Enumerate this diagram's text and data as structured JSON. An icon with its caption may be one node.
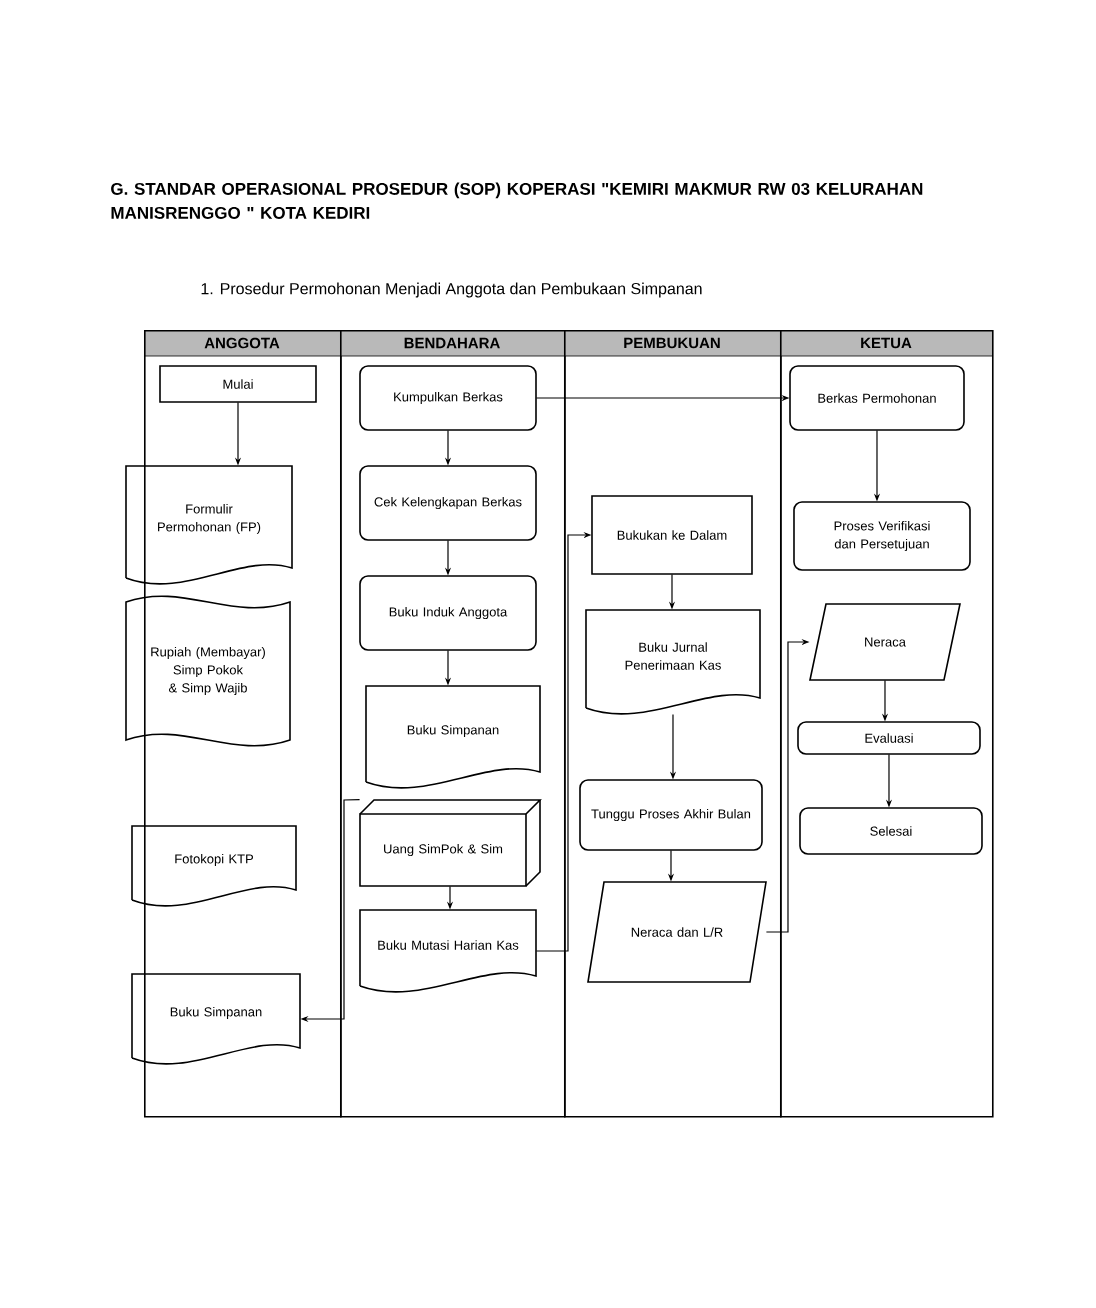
{
  "diagram": {
    "title": "G. STANDAR OPERASIONAL PROSEDUR (SOP) KOPERASI \"KEMIRI MAKMUR RW 03 KELURAHAN MANISRENGGO \" KOTA KEDIRI",
    "nodes": [
      {
        "text": [
          "ANGGOTA"
        ]
      },
      {
        "text": [
          "BENDAHARA"
        ]
      },
      {
        "text": [
          "PEMBUKUAN"
        ]
      },
      {
        "text": [
          "KETUA"
        ]
      },
      {
        "text": [
          "Mulai"
        ],
        "in": 0
      },
      {
        "text": [
          "Formulir Permohonan (FP)"
        ],
        "in": 0
      },
      {
        "text": [
          "Rupiah (Membayar) Simp Pokok & Simp Wajib"
        ],
        "in": 0
      },
      {
        "text": [
          "Fotokopi KTP"
        ],
        "in": 0
      },
      {
        "text": [
          "Buku Simpanan"
        ],
        "in": 0
      },
      {
        "text": [
          "Kumpulkan Berkas"
        ],
        "in": 1
      },
      {
        "text": [
          "Cek Kelengkapan Berkas"
        ],
        "in": 1
      },
      {
        "text": [
          "Buku Induk Anggota"
        ],
        "in": 1
      },
      {
        "text": [
          "Buku Simpanan"
        ],
        "in": 1
      },
      {
        "text": [
          "Uang SimPok & Sim"
        ],
        "in": 1
      },
      {
        "text": [
          "Buku Mutasi Harian Kas"
        ],
        "in": 1
      },
      {
        "text": [
          "Bukukan ke Dalam"
        ],
        "in": 2
      },
      {
        "text": [
          "Buku Jurnal Penerimaan Kas"
        ],
        "in": 2
      },
      {
        "text": [
          "Tunggu Proses Akhir Bulan"
        ],
        "in": 2
      },
      {
        "text": [
          "Neraca dan L/R"
        ],
        "in": 2
      },
      {
        "text": [
          "Berkas Permohonan"
        ],
        "in": 3
      },
      {
        "text": [
          "Proses Verifikasi dan Persetujuan"
        ],
        "in": 3
      },
      {
        "text": [
          "Neraca"
        ],
        "in": 3
      },
      {
        "text": [
          "Evaluasi"
        ],
        "in": 3
      },
      {
        "text": [
          "Selesai"
        ],
        "in": 3
      }
    ],
    "edges": [
      {
        "from": 4,
        "to": 5,
        "arrow": "to"
      },
      {
        "from": 9,
        "to": 10,
        "arrow": "to"
      },
      {
        "from": 10,
        "to": 11,
        "arrow": "to"
      },
      {
        "from": 11,
        "to": 12,
        "arrow": "to"
      },
      {
        "from": 9,
        "to": 19,
        "arrow": "to"
      },
      {
        "from": 19,
        "to": 20,
        "arrow": "to"
      },
      {
        "from": 13,
        "to": 14,
        "arrow": "to"
      },
      {
        "from": 14,
        "to": 15,
        "arrow": "to"
      },
      {
        "from": 15,
        "to": 16,
        "arrow": "to"
      },
      {
        "from": 16,
        "to": 17,
        "arrow": "to"
      },
      {
        "from": 17,
        "to": 18,
        "arrow": "to"
      },
      {
        "from": 18,
        "to": 21,
        "arrow": "to"
      },
      {
        "from": 21,
        "to": 22,
        "arrow": "to"
      },
      {
        "from": 22,
        "to": 23,
        "arrow": "to"
      },
      {
        "from": 13,
        "to": 8,
        "arrow": "to"
      }
    ],
    "labels": [
      "1. Prosedur Permohonan Menjadi Anggota dan Pembukaan Simpanan"
    ]
  }
}
